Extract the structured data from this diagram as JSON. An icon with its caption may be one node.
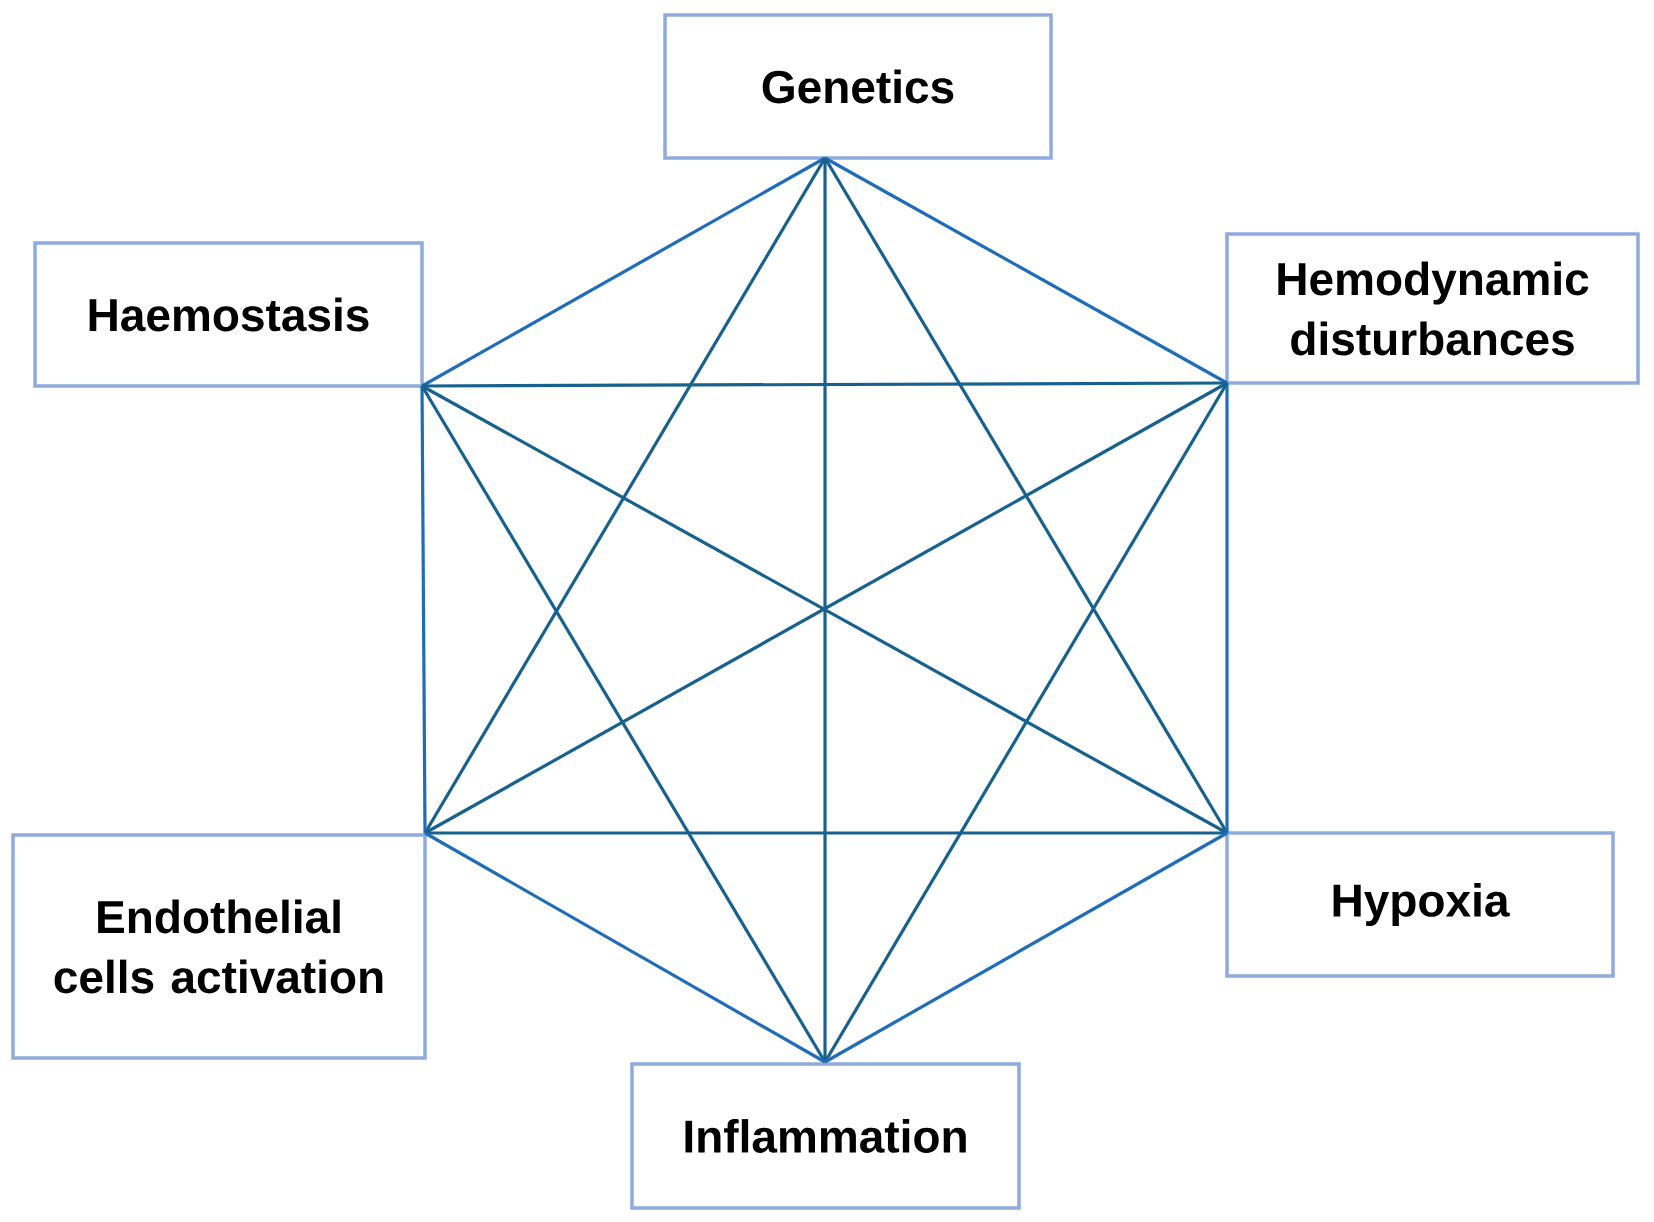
{
  "diagram": {
    "nodes": [
      {
        "text": [
          "Genetics"
        ]
      },
      {
        "text": [
          "Haemostasis"
        ]
      },
      {
        "text": [
          "Hemodynamic disturbances"
        ]
      },
      {
        "text": [
          "Endothelial cells activation"
        ]
      },
      {
        "text": [
          "Hypoxia"
        ]
      },
      {
        "text": [
          "Inflammation"
        ]
      }
    ],
    "edges": [
      {
        "from": 0,
        "to": 1,
        "arrow": "none",
        "color": "#1f6cb8"
      },
      {
        "from": 0,
        "to": 2,
        "arrow": "none",
        "color": "#1f6cb8"
      },
      {
        "from": 0,
        "to": 3,
        "arrow": "none"
      },
      {
        "from": 0,
        "to": 4,
        "arrow": "none"
      },
      {
        "from": 0,
        "to": 5,
        "arrow": "none"
      },
      {
        "from": 1,
        "to": 2,
        "arrow": "none"
      },
      {
        "from": 1,
        "to": 3,
        "arrow": "none",
        "color": "#1f6cb8"
      },
      {
        "from": 1,
        "to": 4,
        "arrow": "none"
      },
      {
        "from": 1,
        "to": 5,
        "arrow": "none"
      },
      {
        "from": 2,
        "to": 3,
        "arrow": "none"
      },
      {
        "from": 2,
        "to": 4,
        "arrow": "none",
        "color": "#1f6cb8"
      },
      {
        "from": 2,
        "to": 5,
        "arrow": "none"
      },
      {
        "from": 3,
        "to": 4,
        "arrow": "none"
      },
      {
        "from": 3,
        "to": 5,
        "arrow": "none",
        "color": "#1f6cb8"
      },
      {
        "from": 4,
        "to": 5,
        "arrow": "none",
        "color": "#1f6cb8"
      }
    ]
  }
}
